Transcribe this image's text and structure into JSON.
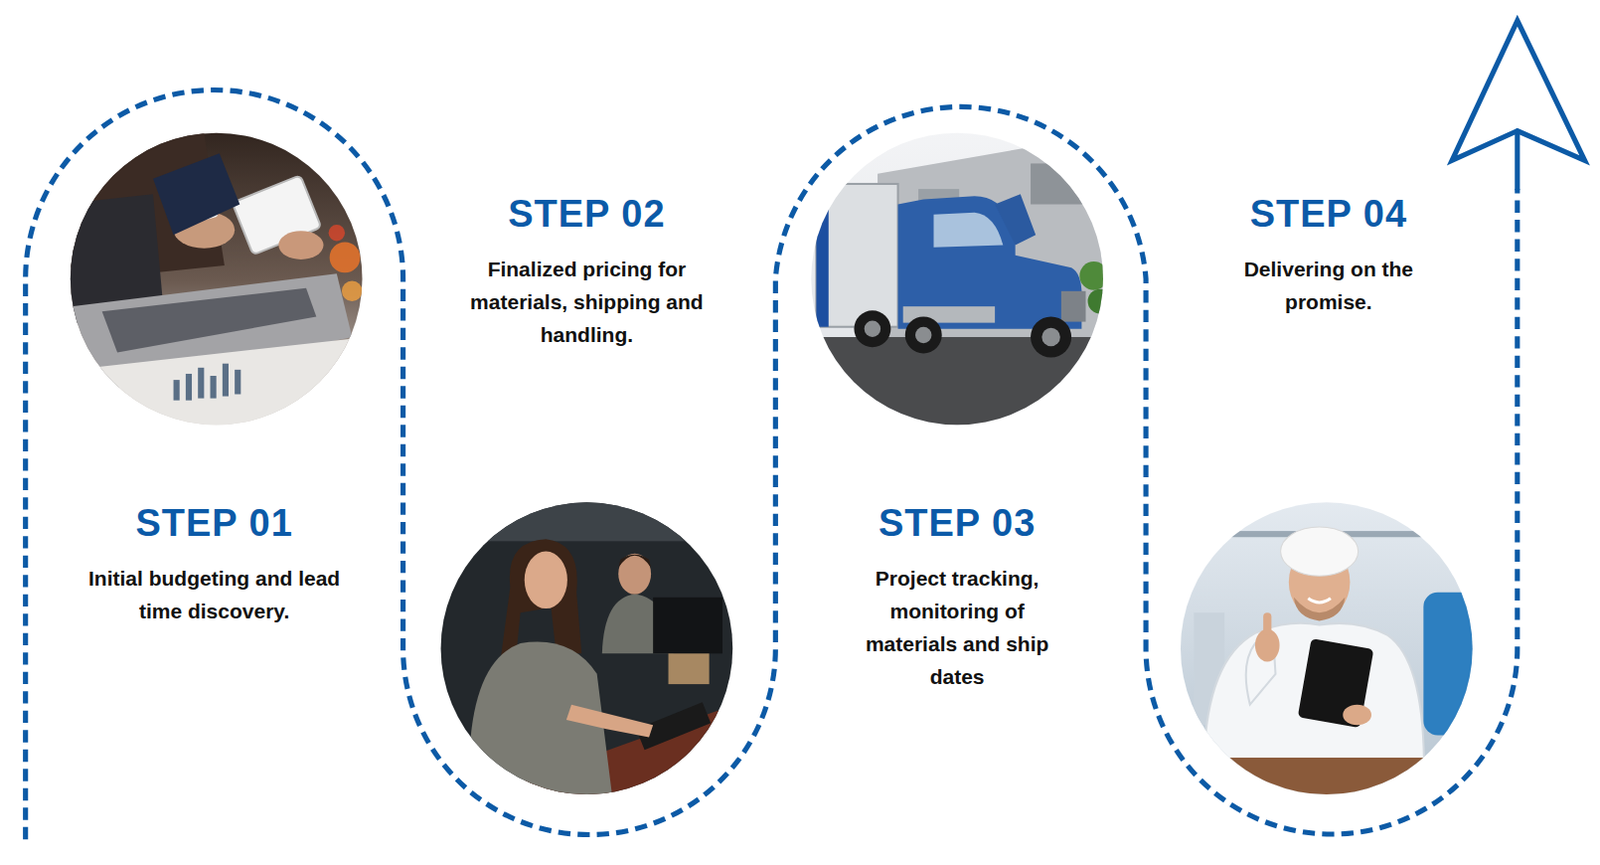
{
  "diagram": {
    "nodes": [
      {
        "text": [
          "STEP 01",
          "Initial budgeting and lead time discovery."
        ]
      },
      {
        "text": [
          "STEP 02",
          "Finalized pricing for materials, shipping and handling."
        ]
      },
      {
        "text": [
          "STEP 03",
          "Project tracking, monitoring of materials and ship dates"
        ]
      },
      {
        "text": [
          "STEP 04",
          "Delivering on the promise."
        ]
      }
    ]
  }
}
